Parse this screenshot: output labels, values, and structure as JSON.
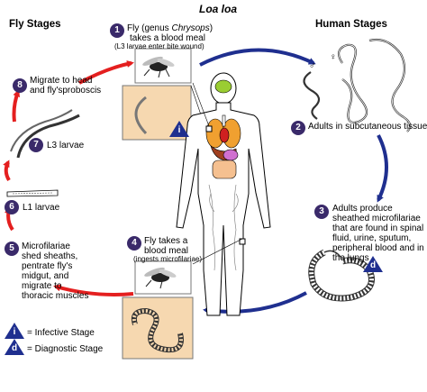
{
  "title": "Loa loa",
  "headers": {
    "fly": "Fly Stages",
    "human": "Human Stages"
  },
  "steps": [
    {
      "num": "1",
      "pre": "Fly (genus ",
      "italic": "Chrysops",
      "post": ")",
      "line2": "takes a blood meal",
      "note": "(L3 larvae enter bite wound)"
    },
    {
      "num": "2",
      "text": "Adults in subcutaneous tissue"
    },
    {
      "num": "3",
      "text": "Adults produce sheathed microfilariae that are found in spinal fluid, urine, sputum, peripheral blood and in the lungs"
    },
    {
      "num": "4",
      "line1": "Fly takes a",
      "line2": "blood meal",
      "note": "(ingests microfilariae)"
    },
    {
      "num": "5",
      "text": "Microfilariae shed sheaths, pentrate fly's midgut, and migrate to thoracic muscles"
    },
    {
      "num": "6",
      "text": "L1 larvae"
    },
    {
      "num": "7",
      "text": "L3 larvae"
    },
    {
      "num": "8",
      "line1": "Migrate to head",
      "line2": "and fly'sproboscis"
    }
  ],
  "legend": [
    {
      "symbol": "i",
      "text": "= Infective Stage"
    },
    {
      "symbol": "d",
      "text": "= Diagnostic Stage"
    }
  ],
  "sex_symbols": {
    "male": "♂",
    "female": "♀"
  },
  "colors": {
    "badge": "#3a2a6a",
    "arrow_red": "#e41f1f",
    "arrow_blue": "#1f2f8f",
    "inset_bg": "#f6d8b0"
  }
}
